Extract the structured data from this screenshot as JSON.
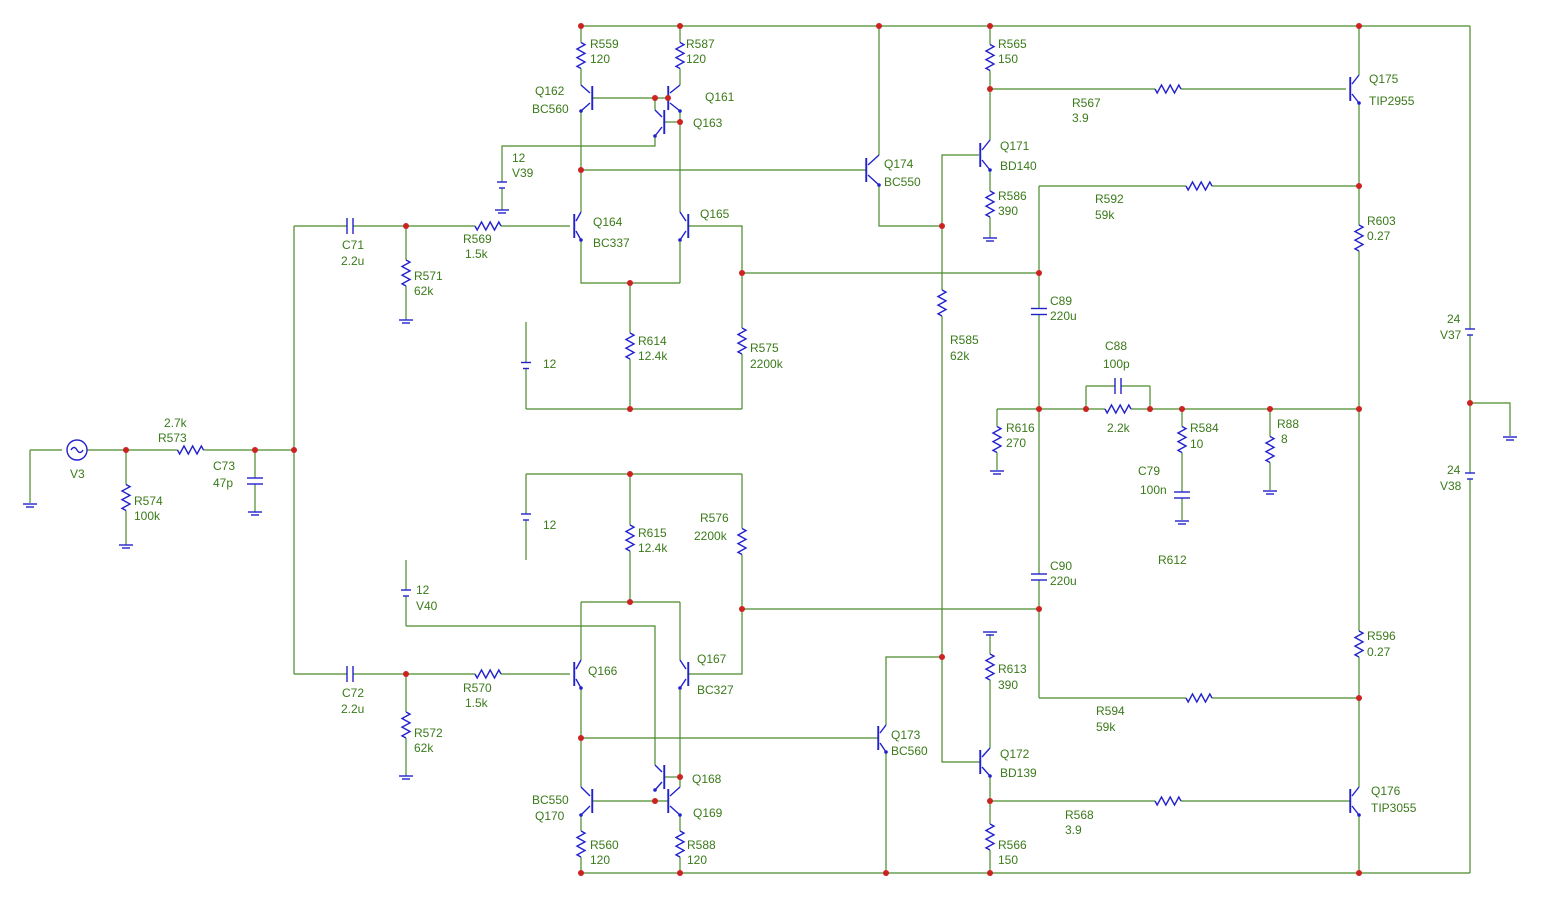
{
  "labels": {
    "R559": "R559",
    "R559_v": "120",
    "R587": "R587",
    "R587_v": "120",
    "Q162": "Q162",
    "Q162_t": "BC560",
    "Q161": "Q161",
    "Q163": "Q163",
    "V39": "V39",
    "V39_v": "12",
    "Q164": "Q164",
    "Q164_t": "BC337",
    "Q165": "Q165",
    "C71": "C71",
    "C71_v": "2.2u",
    "R569": "R569",
    "R569_v": "1.5k",
    "R571": "R571",
    "R571_v": "62k",
    "R614": "R614",
    "R614_v": "12.4k",
    "R575": "R575",
    "R575_v": "2200k",
    "batt_top_v": "12",
    "Q174": "Q174",
    "Q174_t": "BC550",
    "R565": "R565",
    "R565_v": "150",
    "R567": "R567",
    "R567_v": "3.9",
    "Q175": "Q175",
    "Q175_t": "TIP2955",
    "Q171": "Q171",
    "Q171_t": "BD140",
    "R586": "R586",
    "R586_v": "390",
    "R592": "R592",
    "R592_v": "59k",
    "R603": "R603",
    "R603_v": "0.27",
    "C89": "C89",
    "C89_v": "220u",
    "R585": "R585",
    "R585_v": "62k",
    "C88": "C88",
    "C88_v": "100p",
    "R616": "R616",
    "R616_v": "270",
    "fb_res_v": "2.2k",
    "R584": "R584",
    "R584_v": "10",
    "R88": "R88",
    "R88_v": "8",
    "C79": "C79",
    "C79_v": "100n",
    "R612": "R612",
    "V37": "V37",
    "V37_v": "24",
    "V38": "V38",
    "V38_v": "24",
    "R573": "R573",
    "R573_v": "2.7k",
    "V3": "V3",
    "R574": "R574",
    "R574_v": "100k",
    "C73": "C73",
    "C73_v": "47p",
    "batt_bot_v": "12",
    "R615": "R615",
    "R615_v": "12.4k",
    "R576": "R576",
    "R576_v": "2200k",
    "V40": "V40",
    "V40_v": "12",
    "C90": "C90",
    "C90_v": "220u",
    "C72": "C72",
    "C72_v": "2.2u",
    "R570": "R570",
    "R570_v": "1.5k",
    "Q166": "Q166",
    "Q167": "Q167",
    "Q167_t": "BC327",
    "R572": "R572",
    "R572_v": "62k",
    "Q173": "Q173",
    "Q173_t": "BC560",
    "R613": "R613",
    "R613_v": "390",
    "R594": "R594",
    "R594_v": "59k",
    "R596": "R596",
    "R596_v": "0.27",
    "Q172": "Q172",
    "Q172_t": "BD139",
    "Q170_t": "BC550",
    "Q170": "Q170",
    "Q168": "Q168",
    "Q169": "Q169",
    "R568": "R568",
    "R568_v": "3.9",
    "Q176": "Q176",
    "Q176_t": "TIP3055",
    "R560": "R560",
    "R560_v": "120",
    "R588": "R588",
    "R588_v": "120",
    "R566": "R566",
    "R566_v": "150"
  },
  "colors": {
    "wire": "#4a8a2a",
    "component": "#2222cc",
    "node": "#cc2222",
    "text": "#3a7a1a"
  }
}
